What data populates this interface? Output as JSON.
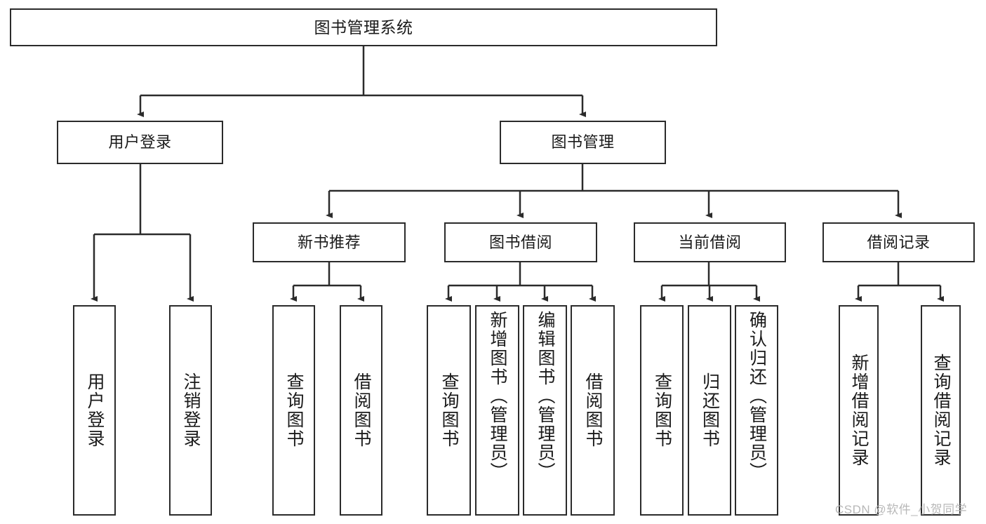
{
  "diagram": {
    "type": "tree-hierarchy",
    "title": "图书管理系统",
    "root": {
      "id": "root",
      "label": "图书管理系统"
    },
    "level1": [
      {
        "id": "user-login",
        "label": "用户登录"
      },
      {
        "id": "book-management",
        "label": "图书管理"
      }
    ],
    "level2": [
      {
        "id": "new-book-recommend",
        "label": "新书推荐",
        "parent": "book-management"
      },
      {
        "id": "book-borrow",
        "label": "图书借阅",
        "parent": "book-management"
      },
      {
        "id": "current-borrow",
        "label": "当前借阅",
        "parent": "book-management"
      },
      {
        "id": "borrow-record",
        "label": "借阅记录",
        "parent": "book-management"
      }
    ],
    "leaves": [
      {
        "id": "leaf-user-login",
        "label": "用户登录",
        "parent": "user-login"
      },
      {
        "id": "leaf-logout",
        "label": "注销登录",
        "parent": "user-login"
      },
      {
        "id": "leaf-query-book-1",
        "label": "查询图书",
        "parent": "new-book-recommend"
      },
      {
        "id": "leaf-borrow-book-1",
        "label": "借阅图书",
        "parent": "new-book-recommend"
      },
      {
        "id": "leaf-query-book-2",
        "label": "查询图书",
        "parent": "book-borrow"
      },
      {
        "id": "leaf-add-book",
        "label": "新增图书（管理员）",
        "parent": "book-borrow"
      },
      {
        "id": "leaf-edit-book",
        "label": "编辑图书（管理员）",
        "parent": "book-borrow"
      },
      {
        "id": "leaf-borrow-book-2",
        "label": "借阅图书",
        "parent": "book-borrow"
      },
      {
        "id": "leaf-query-book-3",
        "label": "查询图书",
        "parent": "current-borrow"
      },
      {
        "id": "leaf-return-book",
        "label": "归还图书",
        "parent": "current-borrow"
      },
      {
        "id": "leaf-confirm-return",
        "label": "确认归还（管理员）",
        "parent": "current-borrow"
      },
      {
        "id": "leaf-add-record",
        "label": "新增借阅记录",
        "parent": "borrow-record"
      },
      {
        "id": "leaf-query-record",
        "label": "查询借阅记录",
        "parent": "borrow-record"
      }
    ]
  },
  "watermark": {
    "text": "CSDN @软件_小贺同学"
  },
  "colors": {
    "stroke": "#2b2b2b",
    "fill": "#ffffff",
    "text": "#1a1a1a",
    "watermark": "#b8b8b8"
  }
}
